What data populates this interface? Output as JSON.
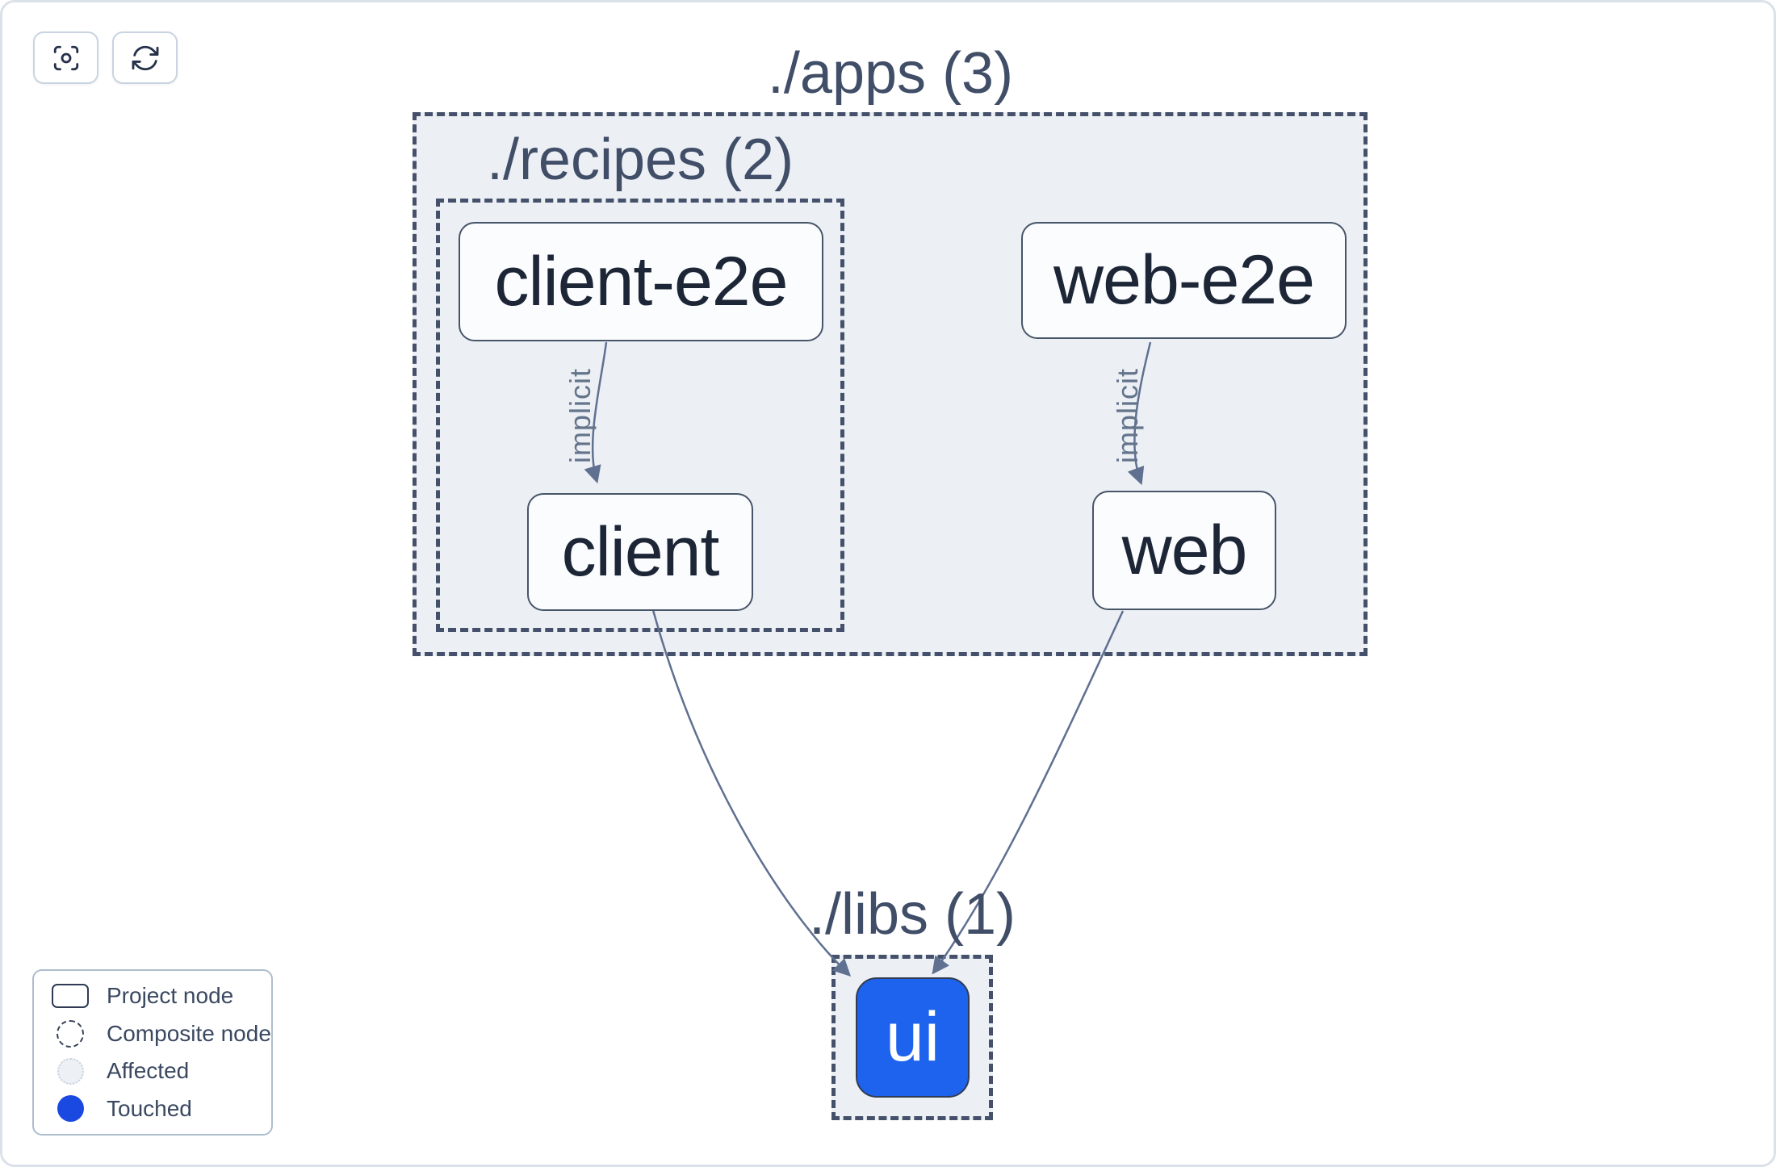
{
  "toolbar": {
    "buttons": [
      {
        "id": "focus",
        "icon": "crosshair-viewfinder-icon",
        "label": ""
      },
      {
        "id": "refresh",
        "icon": "refresh-icon",
        "label": ""
      }
    ]
  },
  "graph": {
    "groups": [
      {
        "id": "apps",
        "label": "./apps (3)"
      },
      {
        "id": "recipes",
        "label": "./recipes (2)"
      },
      {
        "id": "libs",
        "label": "./libs (1)"
      }
    ],
    "nodes": [
      {
        "id": "client-e2e",
        "label": "client-e2e",
        "state": "default"
      },
      {
        "id": "web-e2e",
        "label": "web-e2e",
        "state": "default"
      },
      {
        "id": "client",
        "label": "client",
        "state": "default"
      },
      {
        "id": "web",
        "label": "web",
        "state": "default"
      },
      {
        "id": "ui",
        "label": "ui",
        "state": "touched"
      }
    ],
    "edges": [
      {
        "from": "client-e2e",
        "to": "client",
        "label": "implicit"
      },
      {
        "from": "web-e2e",
        "to": "web",
        "label": "implicit"
      },
      {
        "from": "client",
        "to": "ui",
        "label": ""
      },
      {
        "from": "web",
        "to": "ui",
        "label": ""
      }
    ]
  },
  "legend": {
    "items": [
      {
        "label": "Project node",
        "swatch": "project-rect-outline"
      },
      {
        "label": "Composite node",
        "swatch": "dashed-circle-outline"
      },
      {
        "label": "Affected",
        "swatch": "dotted-light-circle"
      },
      {
        "label": "Touched",
        "swatch": "solid-blue-circle"
      }
    ]
  },
  "colors": {
    "touched_node_fill": "#1d63ed",
    "legend_touched_dot": "#1a49e2",
    "group_fill": "#ecf0f5",
    "dashed_border": "#45516b",
    "node_border": "#475569",
    "node_text": "#1d2636",
    "edge_stroke": "#5f7090",
    "edge_label_text": "#64748b",
    "group_label_text": "#414e68"
  }
}
